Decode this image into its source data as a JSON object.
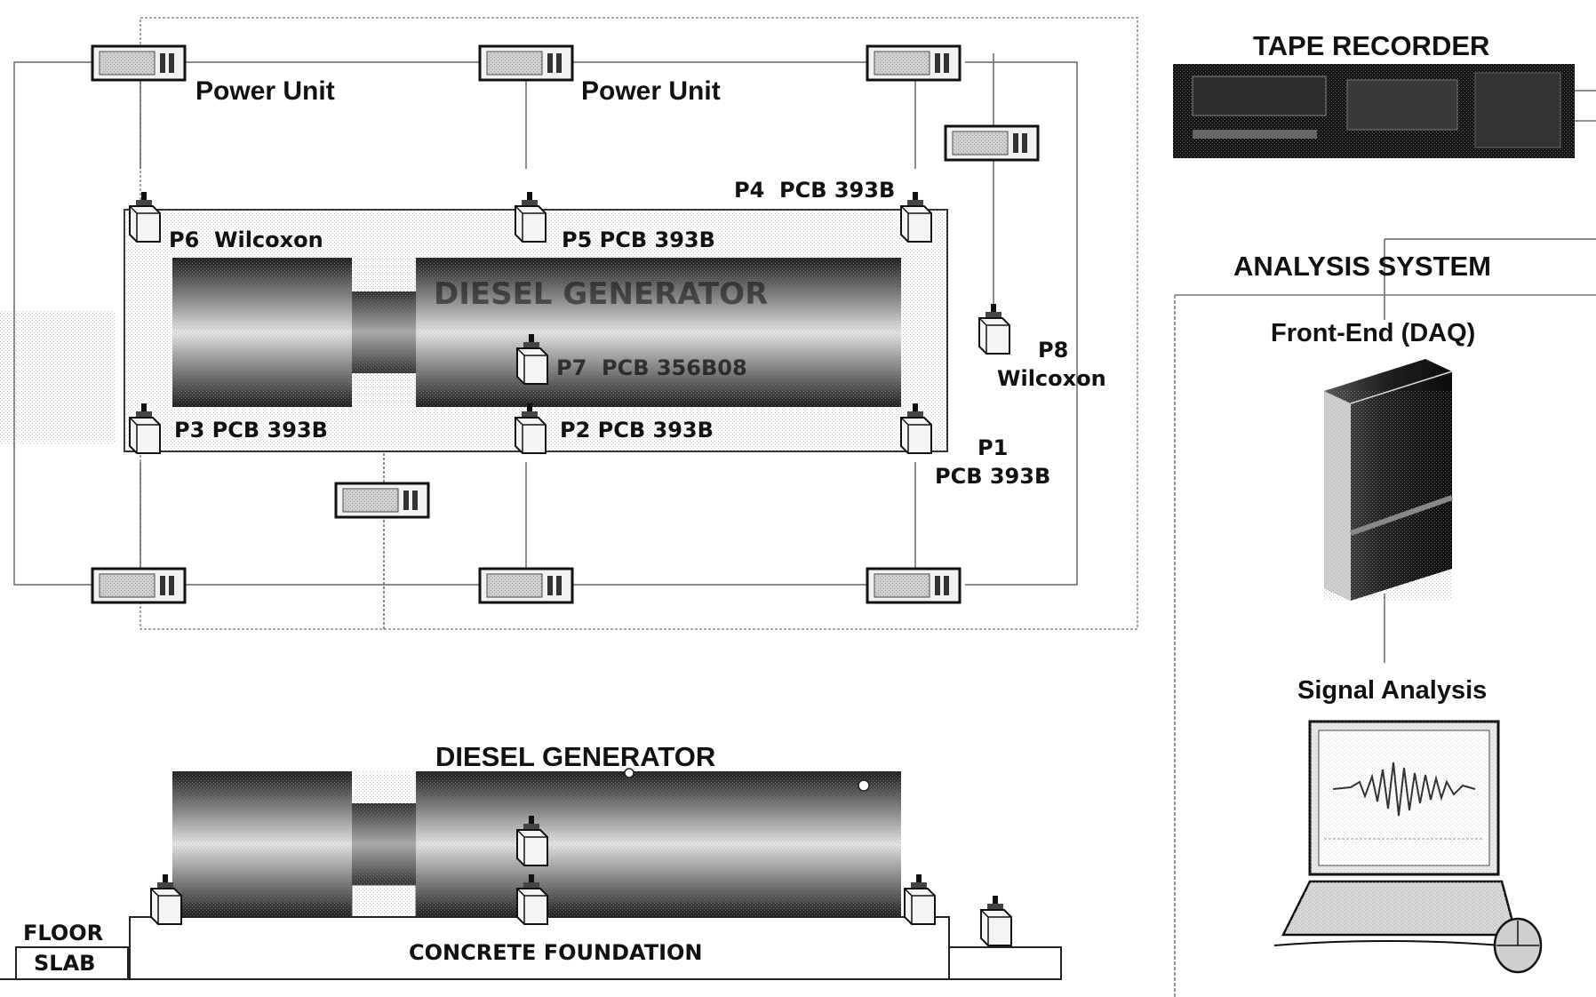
{
  "top_view": {
    "power_unit_left_label": "Power Unit",
    "power_unit_center_label": "Power Unit",
    "sensors": {
      "p1_name": "P1",
      "p1_model": "PCB 393B",
      "p2": "P2 PCB 393B",
      "p3": "P3 PCB 393B",
      "p4": "P4  PCB 393B",
      "p5": "P5 PCB 393B",
      "p6": "P6  Wilcoxon",
      "p7": "P7  PCB 356B08",
      "p8_name": "P8",
      "p8_model": "Wilcoxon"
    },
    "generator_watermark": "DIESEL GENERATOR"
  },
  "side_view": {
    "generator_label": "DIESEL GENERATOR",
    "foundation_label": "CONCRETE FOUNDATION",
    "floor_label_line1": "FLOOR",
    "floor_label_line2": "SLAB"
  },
  "instrumentation": {
    "tape_recorder_label": "TAPE RECORDER",
    "analysis_system_label": "ANALYSIS SYSTEM",
    "front_end_label": "Front-End (DAQ)",
    "signal_analysis_label": "Signal Analysis"
  },
  "colors": {
    "line": "#555555",
    "equipment_dark": "#1a1a1a",
    "equipment_light": "#e6e6e6"
  }
}
